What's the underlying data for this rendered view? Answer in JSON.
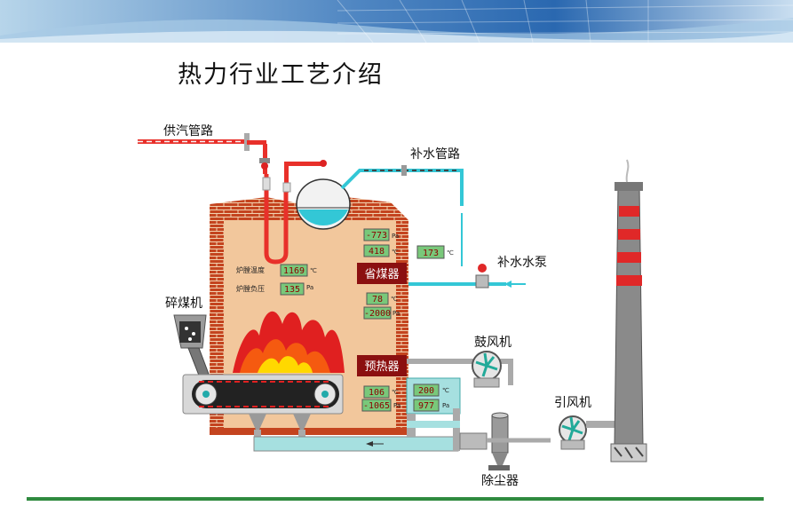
{
  "page": {
    "title": "热力行业工艺介绍"
  },
  "labels": {
    "steam_pipe": "供汽管路",
    "makeup_pipe": "补水管路",
    "makeup_pump": "补水水泵",
    "crusher": "碎煤机",
    "blower": "鼓风机",
    "induced_fan": "引风机",
    "dust_collector": "除尘器",
    "economizer": "省煤器",
    "preheater": "预热器",
    "furnace_temp": "炉膛温度",
    "furnace_pressure": "炉膛负压"
  },
  "readings": {
    "top_pressure": "-773",
    "top_temp": "418",
    "makeup_temp": "173",
    "furnace_temp": "1169",
    "furnace_pressure": "135",
    "mid_temp": "78",
    "mid_pressure": "-2000",
    "low_temp": "106",
    "low_pressure": "-1065",
    "side_temp": "200",
    "side_pressure": "977"
  },
  "units": {
    "temp": "℃",
    "pressure": "Pa"
  },
  "colors": {
    "brick": "#c4441f",
    "furnace_fill": "#f2c79c",
    "steam_pipe": "#e8302a",
    "water_pipe": "#33c7d6",
    "reading_bg": "#79c87a",
    "equipment_bg": "#8b1010",
    "chimney_band": "#e02828",
    "footer": "#2f8a3f"
  }
}
